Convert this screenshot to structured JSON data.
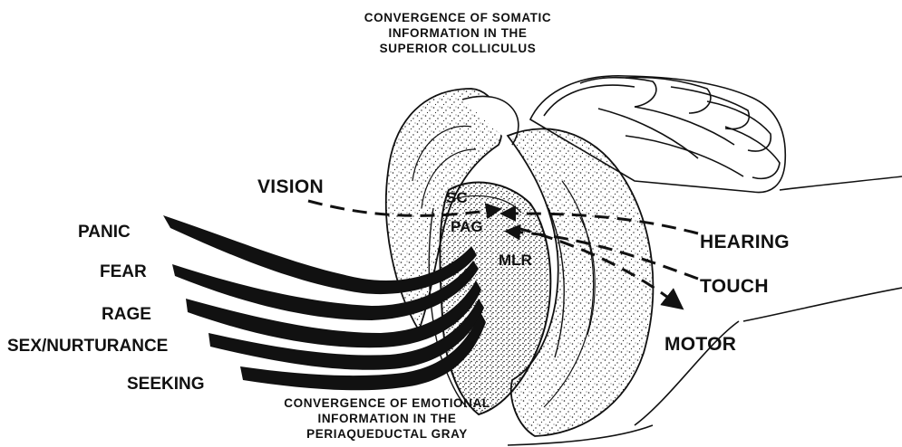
{
  "top_caption": {
    "line1": "CONVERGENCE OF SOMATIC",
    "line2": "INFORMATION IN THE",
    "line3": "SUPERIOR COLLICULUS"
  },
  "bottom_caption": {
    "line1": "CONVERGENCE OF EMOTIONAL",
    "line2": "INFORMATION IN THE",
    "line3": "PERIAQUEDUCTAL GRAY"
  },
  "emotions": [
    "PANIC",
    "FEAR",
    "RAGE",
    "SEX/NURTURANCE",
    "SEEKING"
  ],
  "sensory": {
    "vision": "VISION",
    "hearing": "HEARING",
    "touch": "TOUCH",
    "motor": "MOTOR"
  },
  "regions": {
    "sc": "SC",
    "pag": "PAG",
    "mlr": "MLR"
  }
}
